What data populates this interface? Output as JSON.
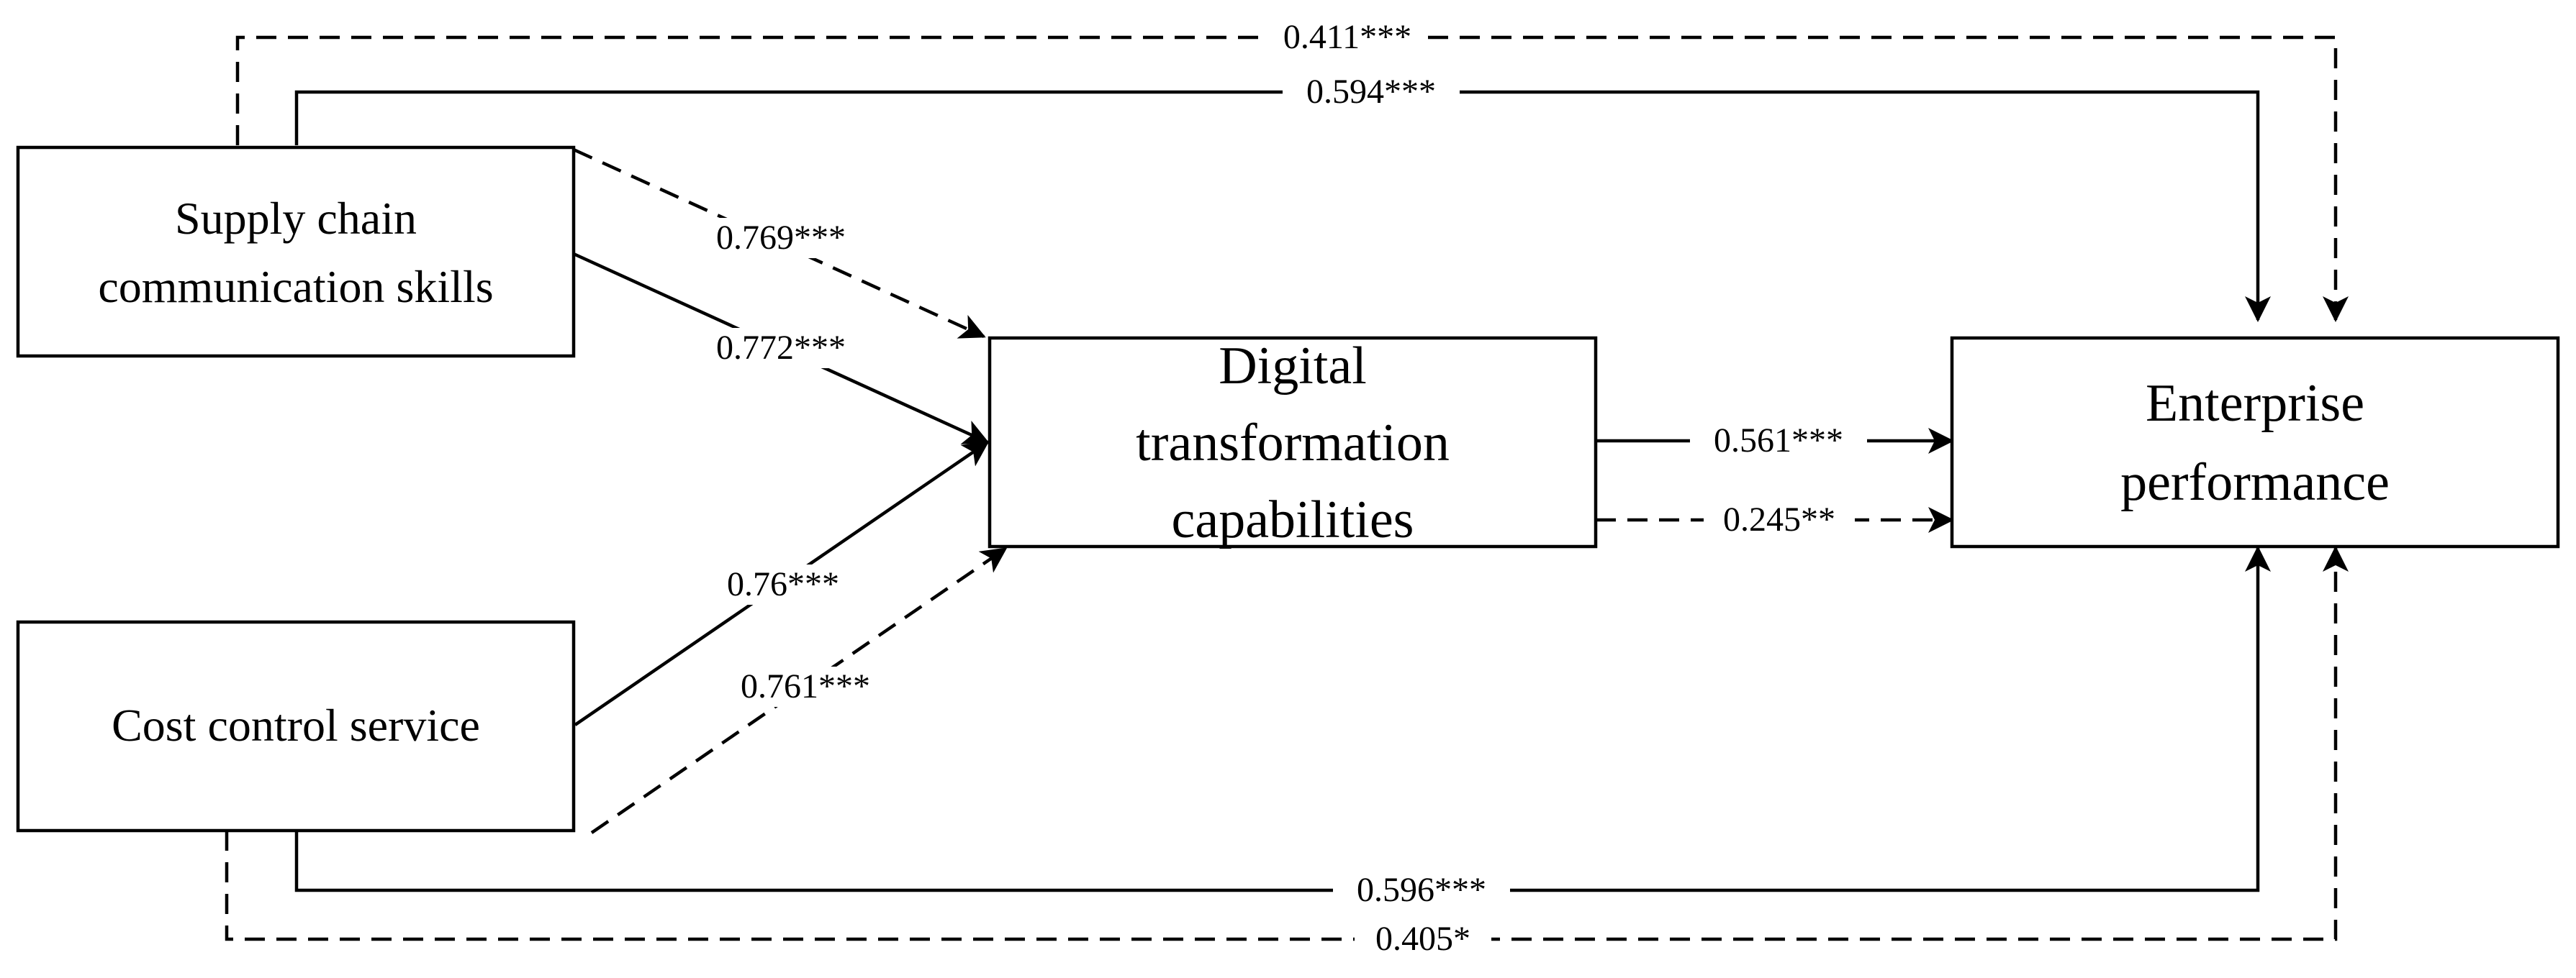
{
  "colors": {
    "stroke": "#000000",
    "background": "#ffffff"
  },
  "nodes": {
    "supply_chain": {
      "lines": [
        "Supply chain",
        "communication skills"
      ]
    },
    "cost_control": {
      "lines": [
        "Cost control service"
      ]
    },
    "digital": {
      "lines": [
        "Digital",
        "transformation",
        "capabilities"
      ]
    },
    "enterprise": {
      "lines": [
        "Enterprise",
        "performance"
      ]
    }
  },
  "paths": [
    {
      "id": "sc-ep-dashed",
      "from": "Supply chain communication skills",
      "to": "Enterprise performance",
      "style": "dashed",
      "label": "0.411***"
    },
    {
      "id": "sc-ep-solid",
      "from": "Supply chain communication skills",
      "to": "Enterprise performance",
      "style": "solid",
      "label": "0.594***"
    },
    {
      "id": "sc-dt-dashed",
      "from": "Supply chain communication skills",
      "to": "Digital transformation capabilities",
      "style": "dashed",
      "label": "0.769***"
    },
    {
      "id": "sc-dt-solid",
      "from": "Supply chain communication skills",
      "to": "Digital transformation capabilities",
      "style": "solid",
      "label": "0.772***"
    },
    {
      "id": "cc-dt-solid",
      "from": "Cost control service",
      "to": "Digital transformation capabilities",
      "style": "solid",
      "label": "0.76***"
    },
    {
      "id": "cc-dt-dashed",
      "from": "Cost control service",
      "to": "Digital transformation capabilities",
      "style": "dashed",
      "label": "0.761***"
    },
    {
      "id": "dt-ep-solid",
      "from": "Digital transformation capabilities",
      "to": "Enterprise performance",
      "style": "solid",
      "label": "0.561***"
    },
    {
      "id": "dt-ep-dashed",
      "from": "Digital transformation capabilities",
      "to": "Enterprise performance",
      "style": "dashed",
      "label": "0.245**"
    },
    {
      "id": "cc-ep-solid",
      "from": "Cost control service",
      "to": "Enterprise performance",
      "style": "solid",
      "label": "0.596***"
    },
    {
      "id": "cc-ep-dashed",
      "from": "Cost control service",
      "to": "Enterprise performance",
      "style": "dashed",
      "label": "0.405*"
    }
  ]
}
